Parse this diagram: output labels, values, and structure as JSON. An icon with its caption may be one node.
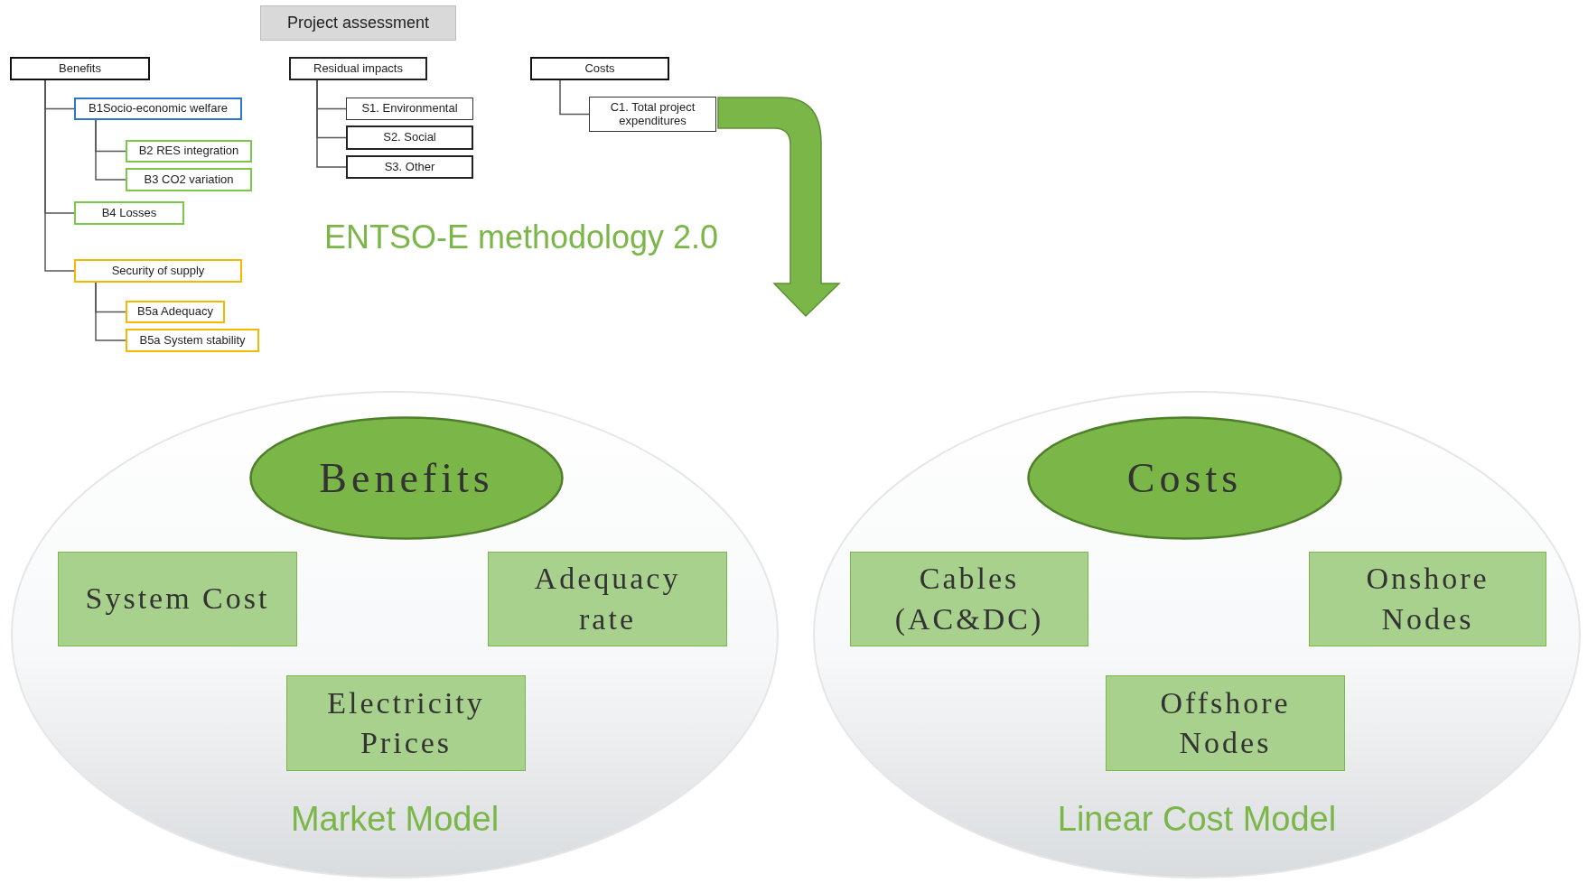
{
  "diagram": {
    "nodes": [
      {
        "text": [
          "Project assessment"
        ]
      },
      {
        "text": [
          "Benefits"
        ]
      },
      {
        "text": [
          "B1Socio-economic welfare"
        ]
      },
      {
        "text": [
          "B2 RES integration"
        ]
      },
      {
        "text": [
          "B3 CO2 variation"
        ]
      },
      {
        "text": [
          "B4 Losses"
        ]
      },
      {
        "text": [
          "Security of supply"
        ]
      },
      {
        "text": [
          "B5a Adequacy"
        ]
      },
      {
        "text": [
          "B5a System stability"
        ]
      },
      {
        "text": [
          "Residual impacts"
        ]
      },
      {
        "text": [
          "S1. Environmental"
        ]
      },
      {
        "text": [
          "S2. Social"
        ]
      },
      {
        "text": [
          "S3. Other"
        ]
      },
      {
        "text": [
          "Costs"
        ]
      },
      {
        "text": [
          "C1. Total project expenditures"
        ]
      },
      {
        "text": [
          "Market Model"
        ]
      },
      {
        "text": [
          "Benefits"
        ],
        "in": 15
      },
      {
        "text": [
          "System Cost"
        ],
        "in": 15
      },
      {
        "text": [
          "Adequacy rate"
        ],
        "in": 15
      },
      {
        "text": [
          "Electricity Prices"
        ],
        "in": 15
      },
      {
        "text": [
          "Linear Cost Model"
        ]
      },
      {
        "text": [
          "Costs"
        ],
        "in": 20
      },
      {
        "text": [
          "Cables (AC&DC)"
        ],
        "in": 20
      },
      {
        "text": [
          "Onshore Nodes"
        ],
        "in": 20
      },
      {
        "text": [
          "Offshore Nodes"
        ],
        "in": 20
      }
    ],
    "edges": [
      {
        "from": 1,
        "to": 2,
        "arrow": "none"
      },
      {
        "from": 2,
        "to": 3,
        "arrow": "none"
      },
      {
        "from": 2,
        "to": 4,
        "arrow": "none"
      },
      {
        "from": 1,
        "to": 5,
        "arrow": "none"
      },
      {
        "from": 1,
        "to": 6,
        "arrow": "none"
      },
      {
        "from": 6,
        "to": 7,
        "arrow": "none"
      },
      {
        "from": 6,
        "to": 8,
        "arrow": "none"
      },
      {
        "from": 9,
        "to": 10,
        "arrow": "none"
      },
      {
        "from": 9,
        "to": 11,
        "arrow": "none"
      },
      {
        "from": 9,
        "to": 12,
        "arrow": "none"
      },
      {
        "from": 13,
        "to": 14,
        "arrow": "none"
      },
      {
        "from": 14,
        "to": null,
        "arrow": "to",
        "style": "thick",
        "color": "#7ab648"
      }
    ],
    "labels": [
      "ENTSO-E methodology 2.0"
    ]
  }
}
